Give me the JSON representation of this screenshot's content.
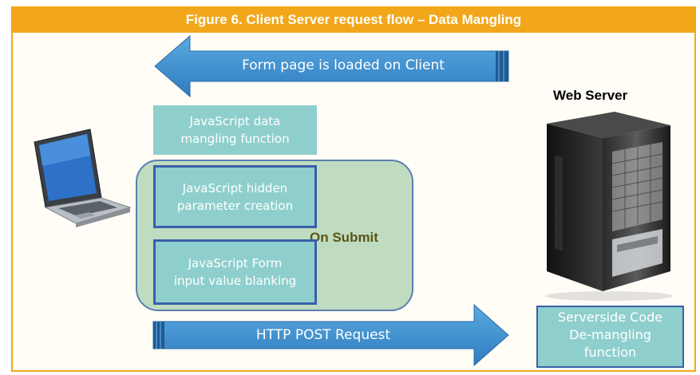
{
  "figure": {
    "title_prefix": "Figure 6.",
    "title_rest": " Client Server request flow – Data Mangling"
  },
  "arrows": {
    "load_label": "Form page is loaded on Client",
    "post_label": "HTTP POST Request"
  },
  "client": {
    "mangling_box": [
      "JavaScript data",
      "mangling function"
    ],
    "hidden_box": [
      "JavaScript hidden",
      "parameter creation"
    ],
    "blanking_box": [
      "JavaScript Form",
      "input value blanking"
    ],
    "submit_label": "On Submit"
  },
  "server": {
    "label": "Web Server",
    "code_box": [
      "Serverside Code",
      "De-mangling",
      "function"
    ]
  },
  "colors": {
    "title_bar": "#f2a71b",
    "arrow_fill": "#3f8fcf",
    "box_fill": "#8ecfcd",
    "box_border": "#3a5fa8",
    "group_fill": "#bfdcc0"
  },
  "icons": {
    "client": "laptop-icon",
    "server": "server-tower-icon"
  }
}
